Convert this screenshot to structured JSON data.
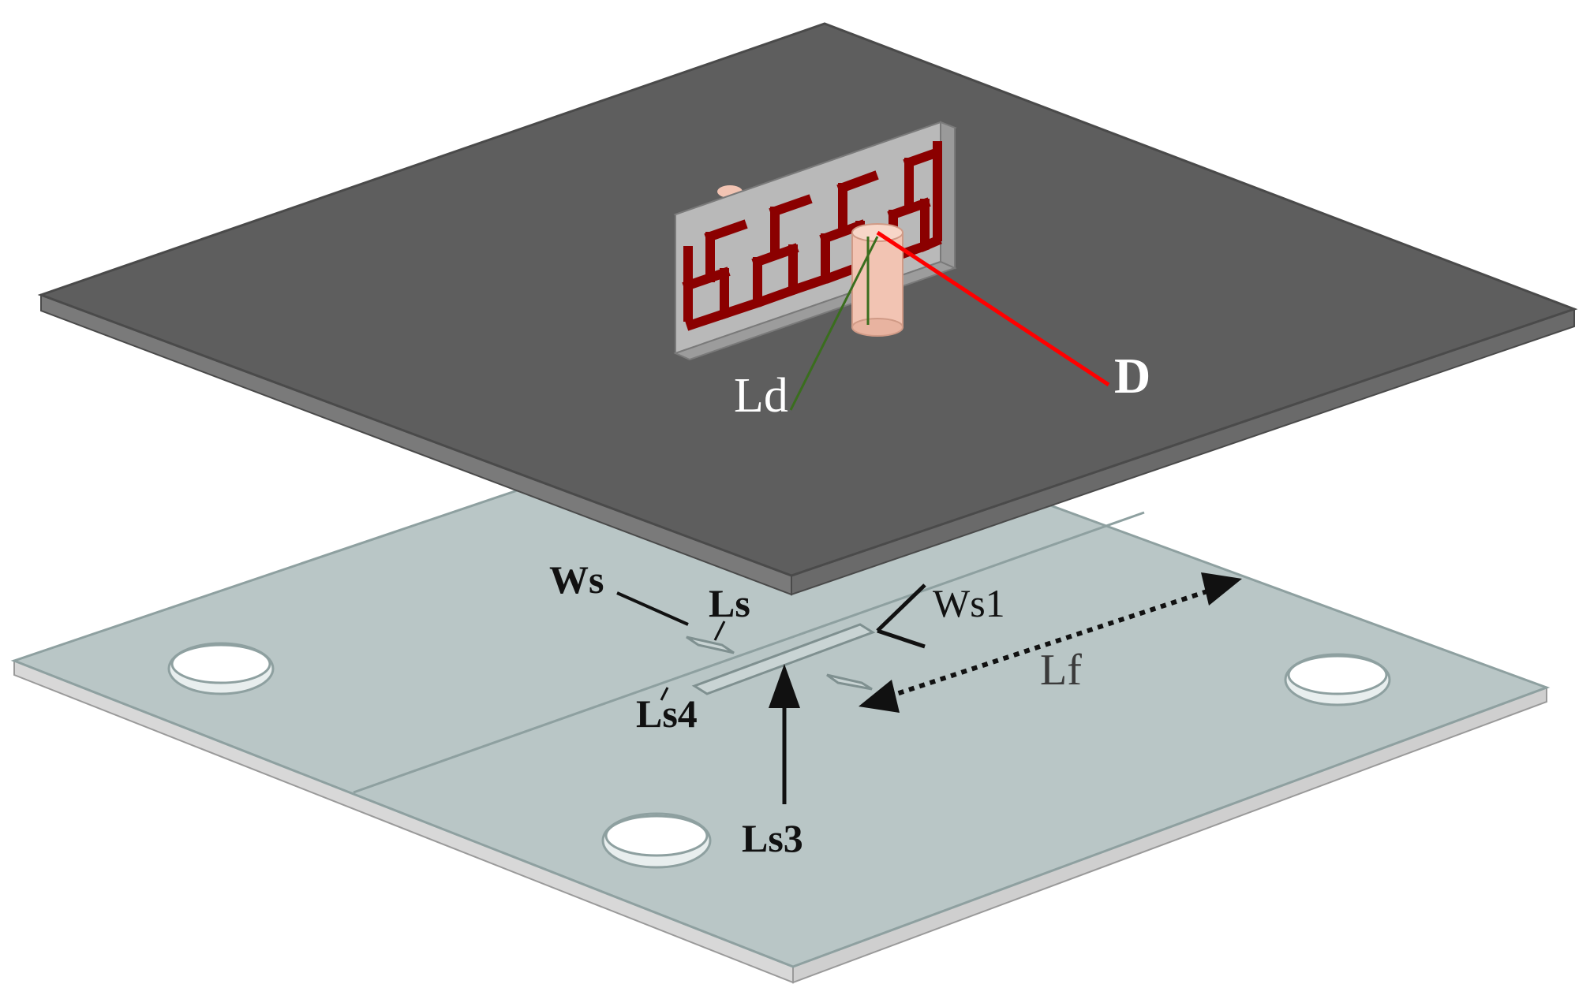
{
  "labels": {
    "ld": "Ld",
    "d": "D",
    "ws": "Ws",
    "ls": "Ls",
    "ws1": "Ws1",
    "lf": "Lf",
    "ls4": "Ls4",
    "ls3": "Ls3"
  },
  "colors": {
    "top_substrate": "#5e5e5e",
    "top_substrate_edge": "#8a8a8a",
    "bottom_substrate": "#b9c6c6",
    "bottom_substrate_edge": "#d9d9d9",
    "antenna_panel": "#b9b9b9",
    "antenna_trace": "#8b0000",
    "probe": "#f2c4b3",
    "dimension_d": "#ff0000",
    "dimension_ld": "#3a6e1e"
  }
}
